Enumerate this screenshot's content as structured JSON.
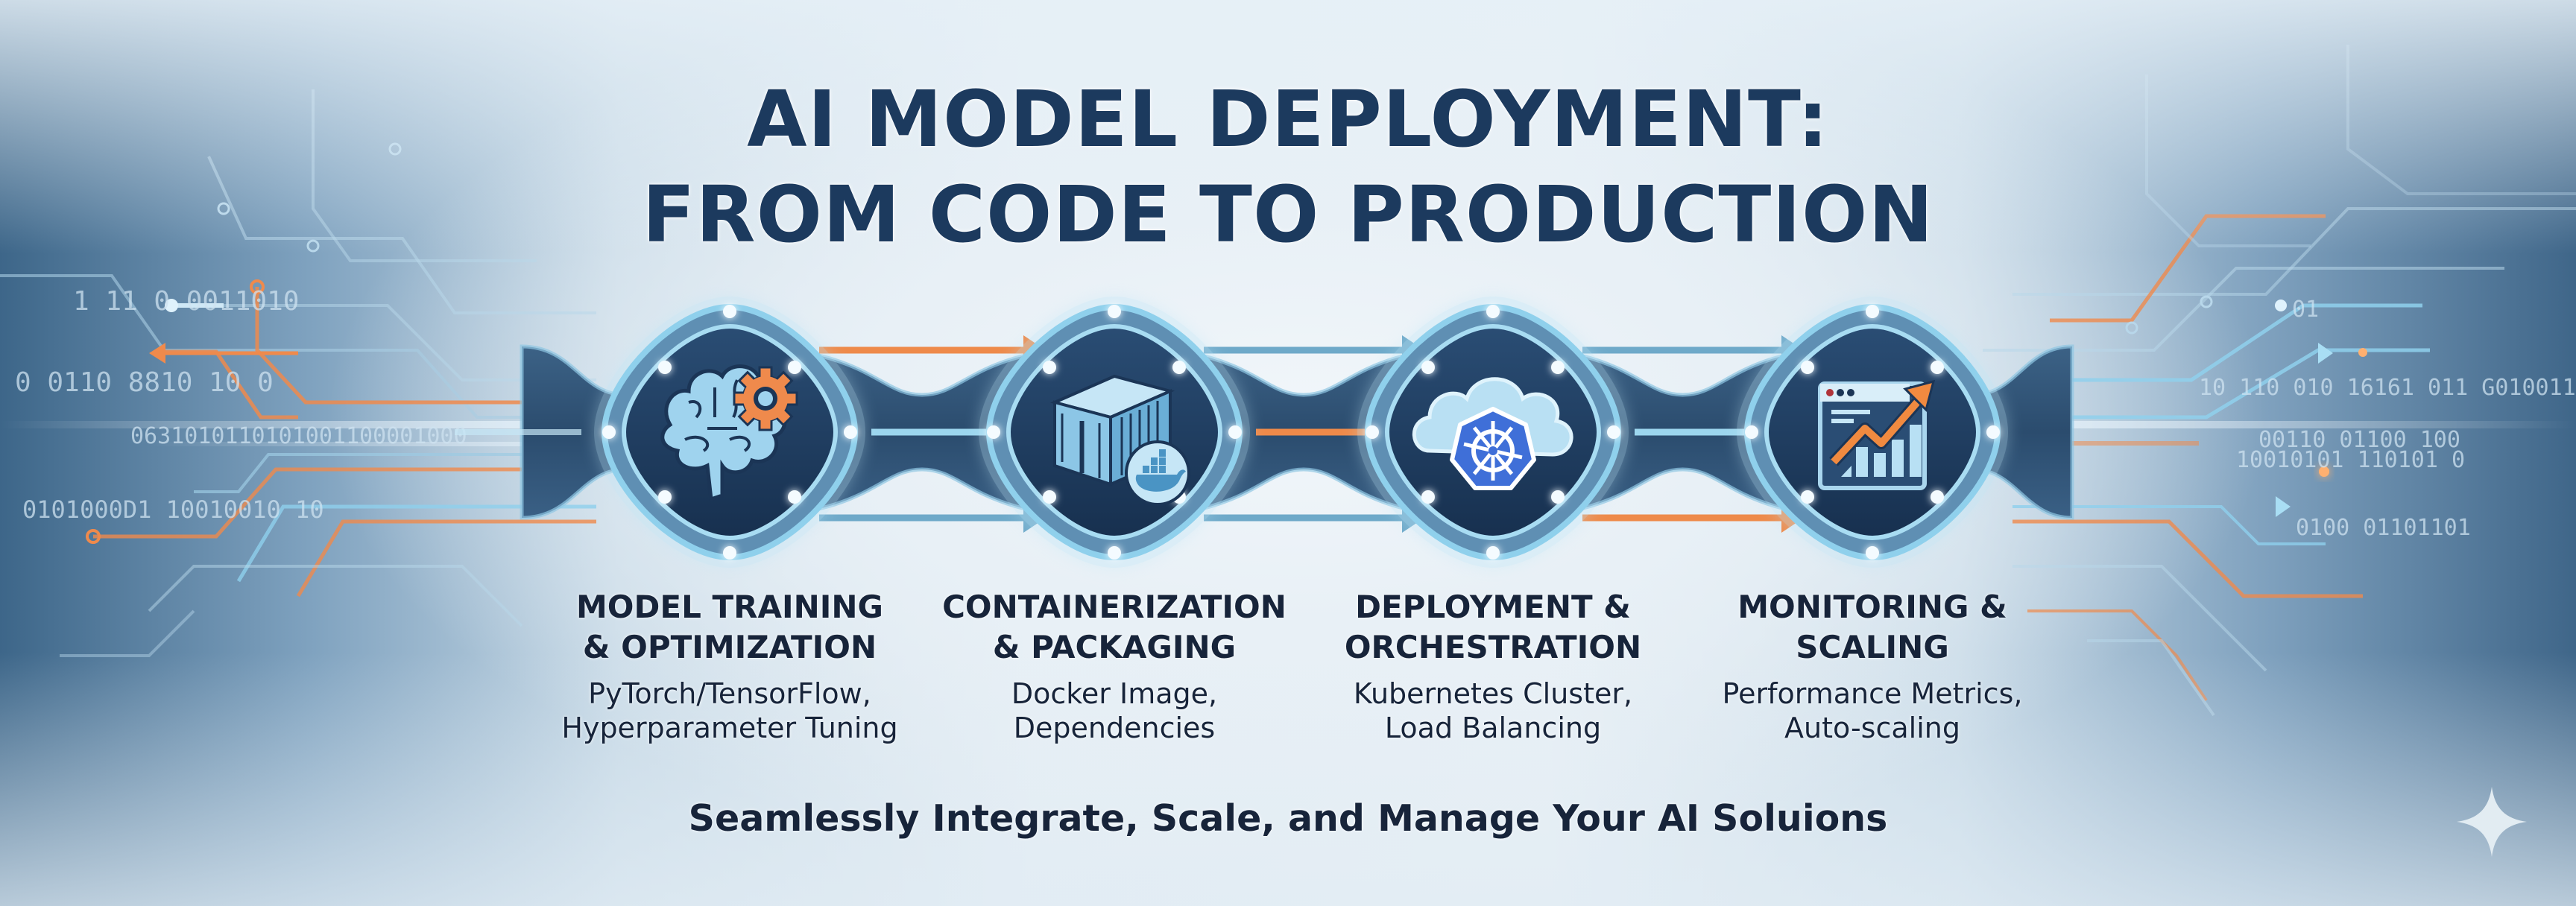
{
  "title": {
    "line1": "AI MODEL DEPLOYMENT:",
    "line2": "FROM CODE TO PRODUCTION"
  },
  "stages": [
    {
      "icon": "brain-gear-icon",
      "heading_line1": "MODEL TRAINING",
      "heading_line2": "& OPTIMIZATION",
      "detail_line1": "PyTorch/TensorFlow,",
      "detail_line2": "Hyperparameter Tuning"
    },
    {
      "icon": "docker-container-icon",
      "heading_line1": "CONTAINERIZATION",
      "heading_line2": "& PACKAGING",
      "detail_line1": "Docker Image,",
      "detail_line2": "Dependencies"
    },
    {
      "icon": "kubernetes-cloud-icon",
      "heading_line1": "DEPLOYMENT &",
      "heading_line2": "ORCHESTRATION",
      "detail_line1": "Kubernetes Cluster,",
      "detail_line2": "Load Balancing"
    },
    {
      "icon": "metrics-chart-icon",
      "heading_line1": "MONITORING &",
      "heading_line2": "SCALING",
      "detail_line1": "Performance Metrics,",
      "detail_line2": "Auto-scaling"
    }
  ],
  "tagline": "Seamlessly Integrate, Scale, and Manage Your AI Soluions",
  "background_binary": {
    "left": [
      "1 11 0 0011010",
      "0   0110 8810 10     0",
      "0631010110101001100001000",
      "0101000D1   10010010 10"
    ],
    "right": [
      "01",
      "10 110 010 16161 011 G010011",
      "00110 01100 100",
      "10010101 110101 0",
      "0100 01101101"
    ]
  },
  "colors": {
    "title_text": "#1c3a5e",
    "body_text": "#17243a",
    "node_fill": "#1f3d62",
    "node_ring": "#8fd0ec",
    "band": "#2e5274",
    "arrow_blue": "#6ea9c9",
    "arrow_orange": "#ee8a4a",
    "kubernetes_blue": "#3f6fd8"
  }
}
